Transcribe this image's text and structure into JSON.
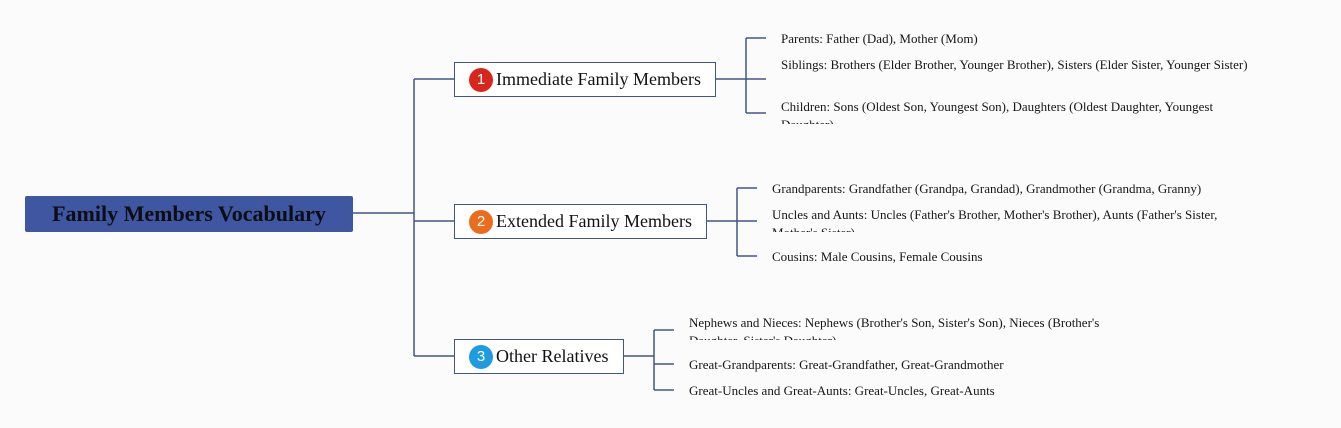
{
  "root": {
    "title": "Family Members Vocabulary"
  },
  "colors": {
    "root_fill": "#3f56a0",
    "line": "#425684"
  },
  "branches": [
    {
      "number": "1",
      "badge_color": "#d9261c",
      "title": "Immediate Family Members",
      "items": [
        "Parents: Father (Dad), Mother (Mom)",
        "Siblings: Brothers (Elder Brother, Younger Brother), Sisters (Elder Sister, Younger Sister)",
        "Children: Sons (Oldest Son, Youngest Son), Daughters (Oldest Daughter, Youngest Daughter)"
      ]
    },
    {
      "number": "2",
      "badge_color": "#ea6c1c",
      "title": "Extended Family Members",
      "items": [
        "Grandparents: Grandfather (Grandpa, Grandad), Grandmother (Grandma, Granny)",
        "Uncles and Aunts: Uncles (Father's Brother, Mother's Brother), Aunts (Father's Sister, Mother's Sister)",
        "Cousins: Male Cousins, Female Cousins"
      ]
    },
    {
      "number": "3",
      "badge_color": "#1f9be0",
      "title": "Other Relatives",
      "items": [
        "Nephews and Nieces: Nephews (Brother's Son, Sister's Son), Nieces (Brother's Daughter, Sister's Daughter)",
        "Great-Grandparents: Great-Grandfather, Great-Grandmother",
        "Great-Uncles and Great-Aunts: Great-Uncles, Great-Aunts"
      ]
    }
  ]
}
